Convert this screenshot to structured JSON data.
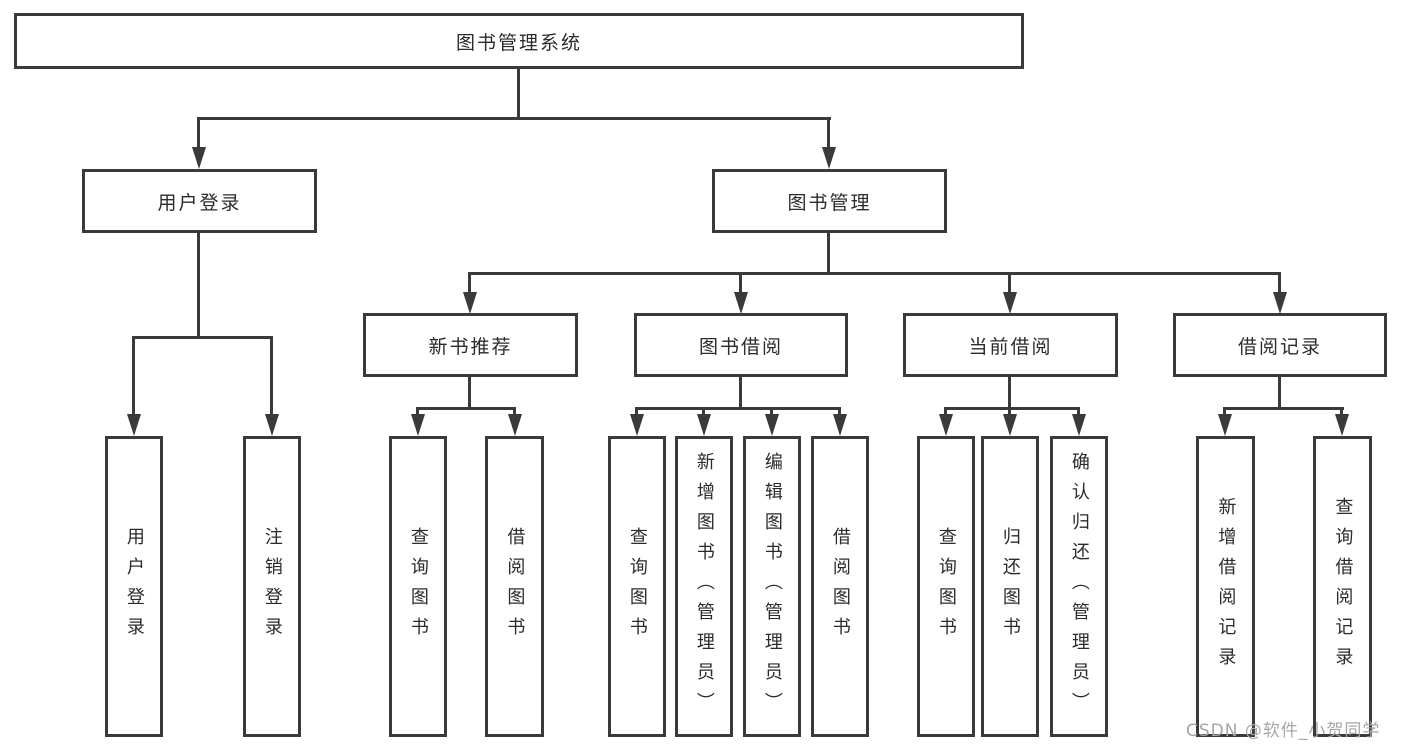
{
  "diagram": {
    "title": "图书管理系统",
    "level2": [
      {
        "label": "用户登录"
      },
      {
        "label": "图书管理"
      }
    ],
    "level3": [
      {
        "label": "新书推荐"
      },
      {
        "label": "图书借阅"
      },
      {
        "label": "当前借阅"
      },
      {
        "label": "借阅记录"
      }
    ],
    "leaves": [
      {
        "label": "用户登录"
      },
      {
        "label": "注销登录"
      },
      {
        "label": "查询图书"
      },
      {
        "label": "借阅图书"
      },
      {
        "label": "查询图书"
      },
      {
        "label": "新增图书（管理员）"
      },
      {
        "label": "编辑图书（管理员）"
      },
      {
        "label": "借阅图书"
      },
      {
        "label": "查询图书"
      },
      {
        "label": "归还图书"
      },
      {
        "label": "确认归还（管理员）"
      },
      {
        "label": "新增借阅记录"
      },
      {
        "label": "查询借阅记录"
      }
    ]
  },
  "watermark": "CSDN @软件_小贺同学",
  "colors": {
    "line": "#3a3a3a",
    "text": "#2b2b2b",
    "watermark": "#a6a6a6",
    "background": "#ffffff"
  }
}
